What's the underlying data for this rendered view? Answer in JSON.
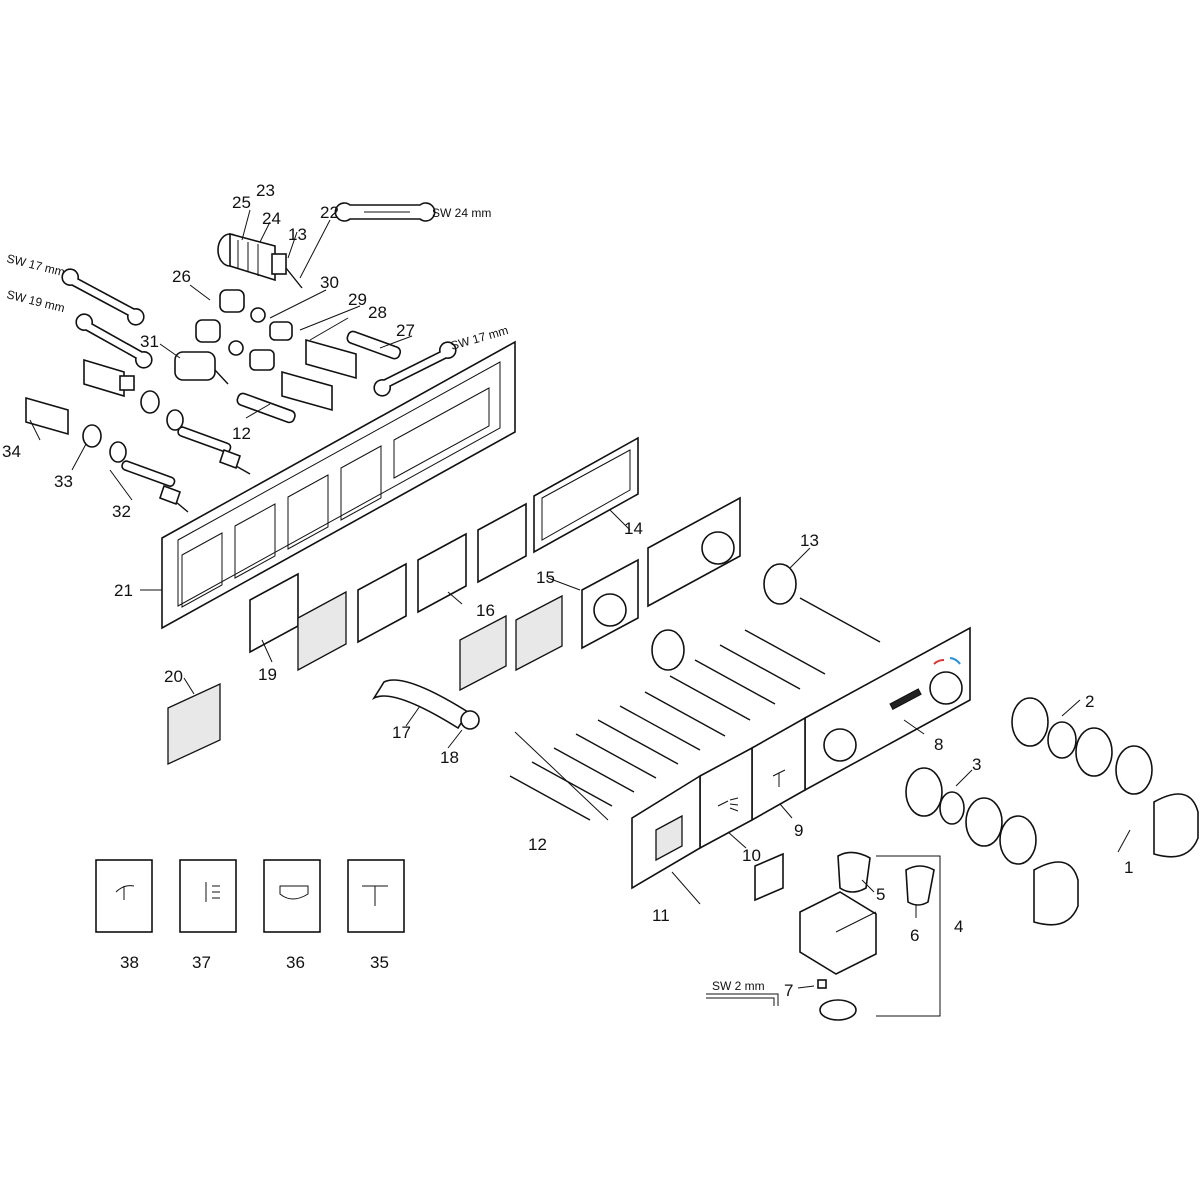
{
  "labels": {
    "p1": "1",
    "p2": "2",
    "p3": "3",
    "p4": "4",
    "p5": "5",
    "p6": "6",
    "p7": "7",
    "p8": "8",
    "p9": "9",
    "p10": "10",
    "p11": "11",
    "p12a": "12",
    "p12b": "12",
    "p13a": "13",
    "p13b": "13",
    "p14": "14",
    "p15": "15",
    "p16": "16",
    "p17": "17",
    "p18": "18",
    "p19": "19",
    "p20": "20",
    "p21": "21",
    "p22": "22",
    "p23": "23",
    "p24": "24",
    "p25": "25",
    "p26": "26",
    "p27": "27",
    "p28": "28",
    "p29": "29",
    "p30": "30",
    "p31": "31",
    "p32": "32",
    "p33": "33",
    "p34": "34",
    "p35": "35",
    "p36": "36",
    "p37": "37",
    "p38": "38"
  },
  "tools": {
    "sw24": "SW 24 mm",
    "sw17_left": "SW 17 mm",
    "sw19": "SW 19 mm",
    "sw17_right": "SW 17 mm",
    "sw2": "SW 2 mm"
  },
  "icons": {
    "panel9": "overhead-shower-icon",
    "panel10": "hand-shower-icon",
    "cap35": "overhead-shower-icon",
    "cap36": "bathtub-icon",
    "cap37": "hand-shower-icon",
    "cap38": "spout-icon"
  },
  "colors": {
    "line": "#111111",
    "hot": "#d43a3a",
    "cold": "#2a8fd4"
  }
}
